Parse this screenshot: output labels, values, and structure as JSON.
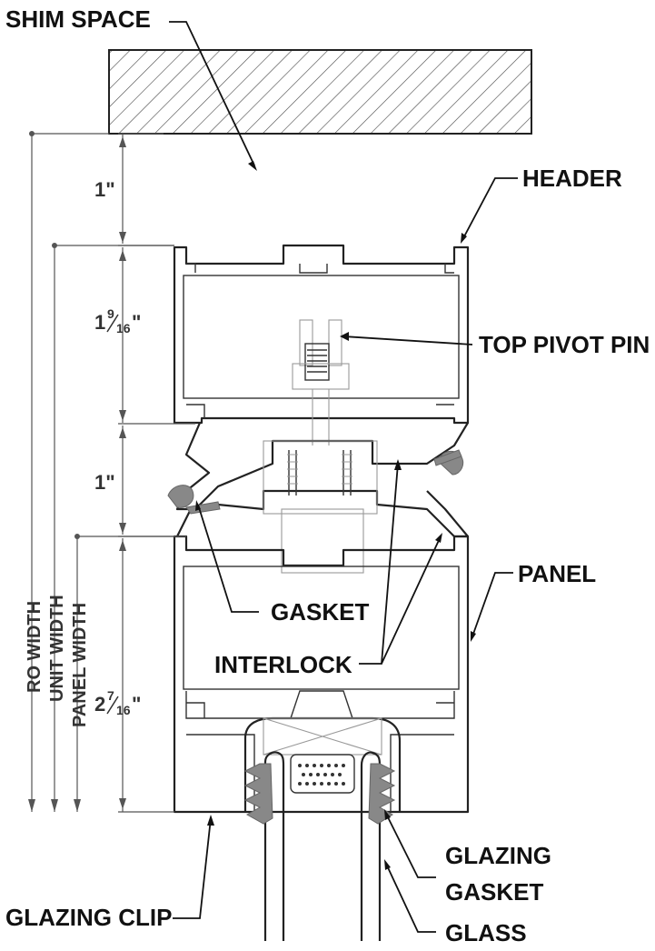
{
  "labels": {
    "shim_space": "SHIM SPACE",
    "header": "HEADER",
    "top_pivot_pin": "TOP PIVOT PIN",
    "panel": "PANEL",
    "gasket": "GASKET",
    "interlock": "INTERLOCK",
    "glazing_gasket_line1": "GLAZING",
    "glazing_gasket_line2": "GASKET",
    "glazing_clip": "GLAZING CLIP",
    "glass": "GLASS"
  },
  "dimensions": {
    "d1_whole": "1\"",
    "d2_whole": "1",
    "d2_num": "9",
    "d2_den": "16",
    "d2_unit": "\"",
    "d3_whole": "1\"",
    "d4_whole": "2",
    "d4_num": "7",
    "d4_den": "16",
    "d4_unit": "\""
  },
  "vertical_dimensions": {
    "ro_width": "RO WIDTH",
    "unit_width": "UNIT WIDTH",
    "panel_width": "PANEL WIDTH"
  },
  "colors": {
    "line": "#222222",
    "gasket": "#888888"
  }
}
